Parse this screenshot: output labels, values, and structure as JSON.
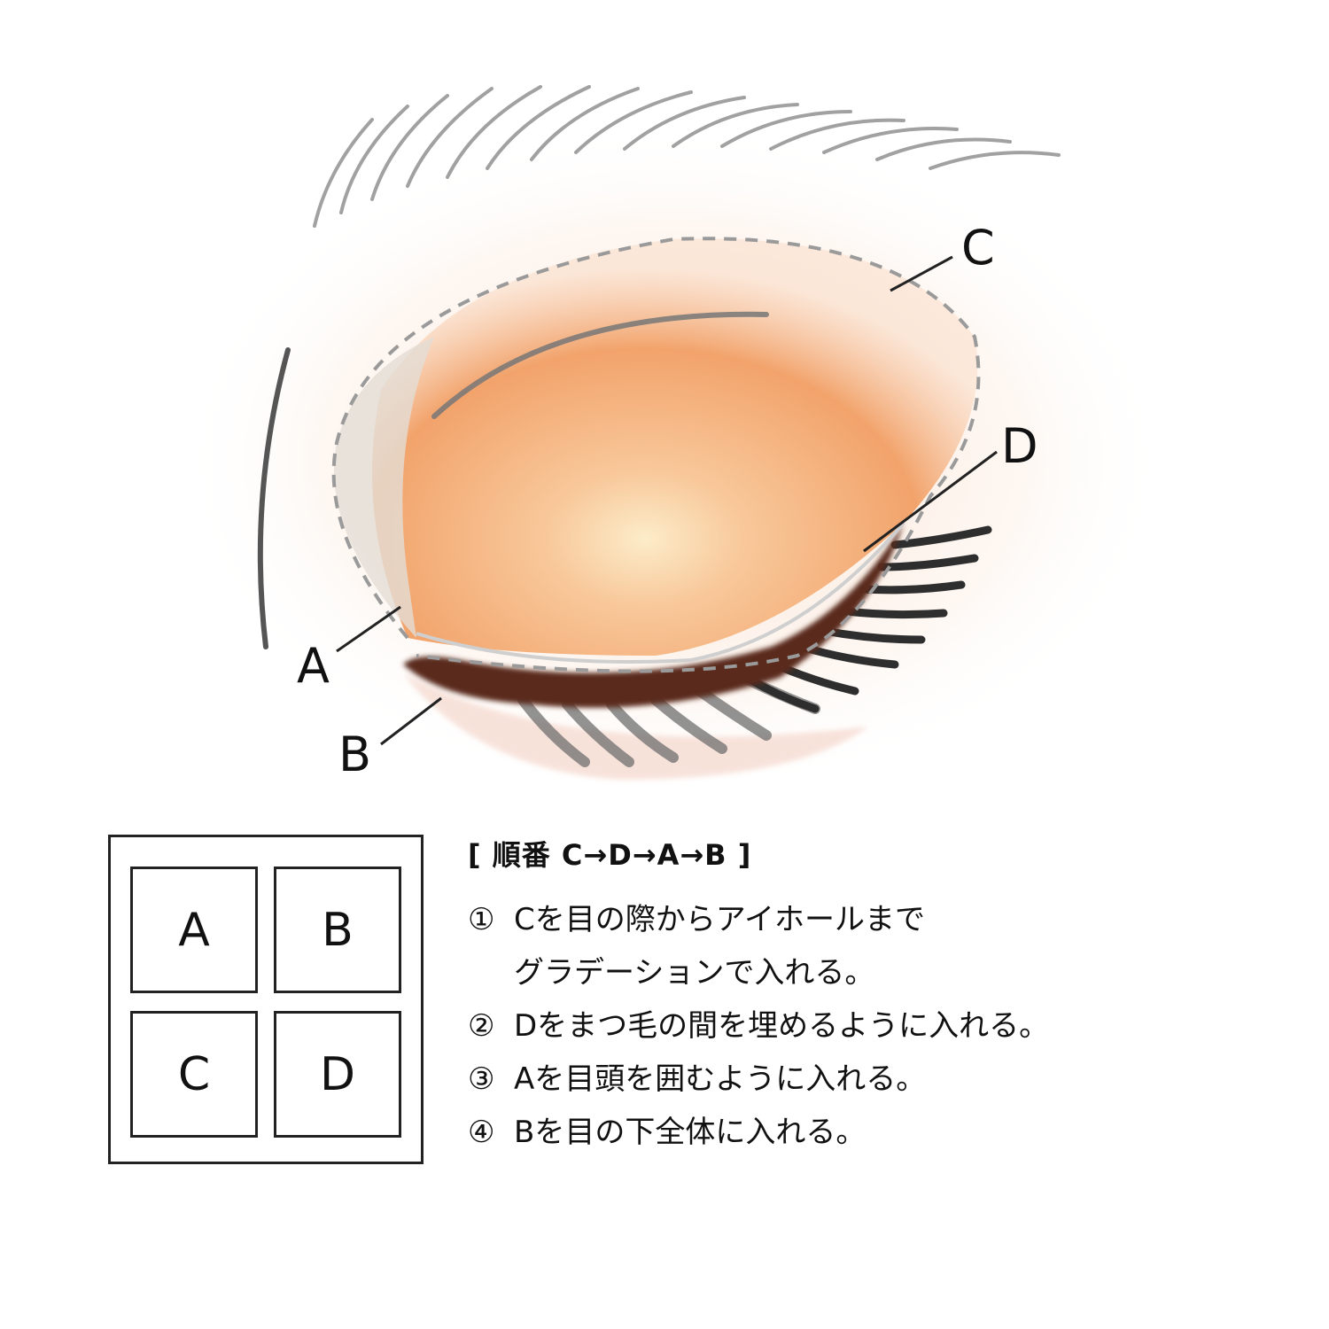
{
  "diagram": {
    "labels": {
      "A": "A",
      "B": "B",
      "C": "C",
      "D": "D"
    },
    "colors": {
      "lid_base": "#f3a46f",
      "lid_highlight": "#fbe6c8",
      "liner_D": "#5a2a1f",
      "inner_corner_A": "#e4ddd6",
      "dashed_outline": "#9a9a9a",
      "lashes": "#2e2e2e",
      "brow": "#8a8a8a"
    }
  },
  "palette": {
    "pans": [
      {
        "label": "A"
      },
      {
        "label": "B"
      },
      {
        "label": "C"
      },
      {
        "label": "D"
      }
    ]
  },
  "instructions": {
    "title": "[ 順番 C→D→A→B ]",
    "steps": [
      {
        "num": "①",
        "text": "Cを目の際からアイホールまで\nグラデーションで入れる。"
      },
      {
        "num": "②",
        "text": "Dをまつ毛の間を埋めるように入れる。"
      },
      {
        "num": "③",
        "text": "Aを目頭を囲むように入れる。"
      },
      {
        "num": "④",
        "text": "Bを目の下全体に入れる。"
      }
    ]
  }
}
